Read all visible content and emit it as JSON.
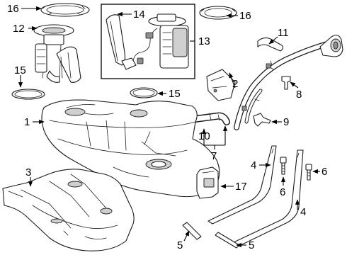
{
  "callouts": {
    "c1": "1",
    "c2": "2",
    "c3": "3",
    "c4a": "4",
    "c4b": "4",
    "c5a": "5",
    "c5b": "5",
    "c6a": "6",
    "c6b": "6",
    "c7": "7",
    "c8": "8",
    "c9": "9",
    "c10": "10",
    "c11": "11",
    "c12": "12",
    "c13": "13",
    "c14": "14",
    "c15a": "15",
    "c15b": "15",
    "c16a": "16",
    "c16b": "16",
    "c17": "17"
  }
}
